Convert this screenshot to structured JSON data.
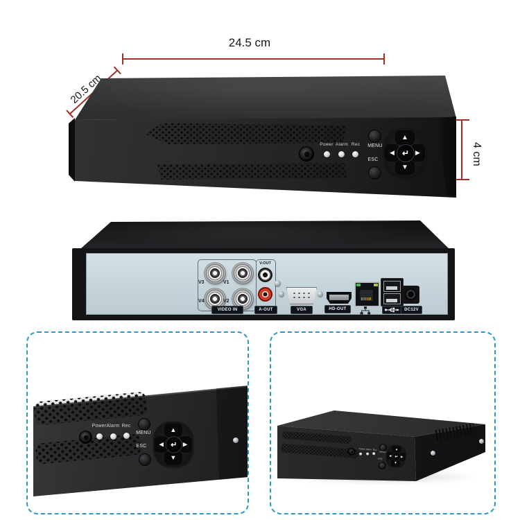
{
  "annotations": {
    "width_label": "24.5 cm",
    "depth_label": "20.5 cm",
    "height_label": "4 cm"
  },
  "front_panel": {
    "led_power": "Power",
    "led_alarm": "Alarm",
    "led_rec": "Rec",
    "menu_label": "MENU",
    "esc_label": "ESC",
    "dpad": {
      "up": "▲",
      "down": "▼",
      "left": "◀",
      "right": "▶",
      "enter": "↵"
    }
  },
  "rear_panel": {
    "video_in_label": "VIDEO IN",
    "channels": {
      "v1": "V1",
      "v2": "V2",
      "v3": "V3",
      "v4": "V4"
    },
    "v_out_label": "V-OUT",
    "a_out_label": "A-OUT",
    "vga_label": "VGA",
    "hdmi_label": "HD-OUT",
    "dc_label": "DC12V"
  },
  "icons": {
    "network": "network-icon",
    "usb": "usb-icon",
    "ir": "ir-receiver"
  },
  "colors": {
    "dimension_line": "#9e3028",
    "panel_border": "#2c98c0",
    "rear_face": "#c9d7dc",
    "device_body": "#232325",
    "rca_red": "#d23b22"
  }
}
